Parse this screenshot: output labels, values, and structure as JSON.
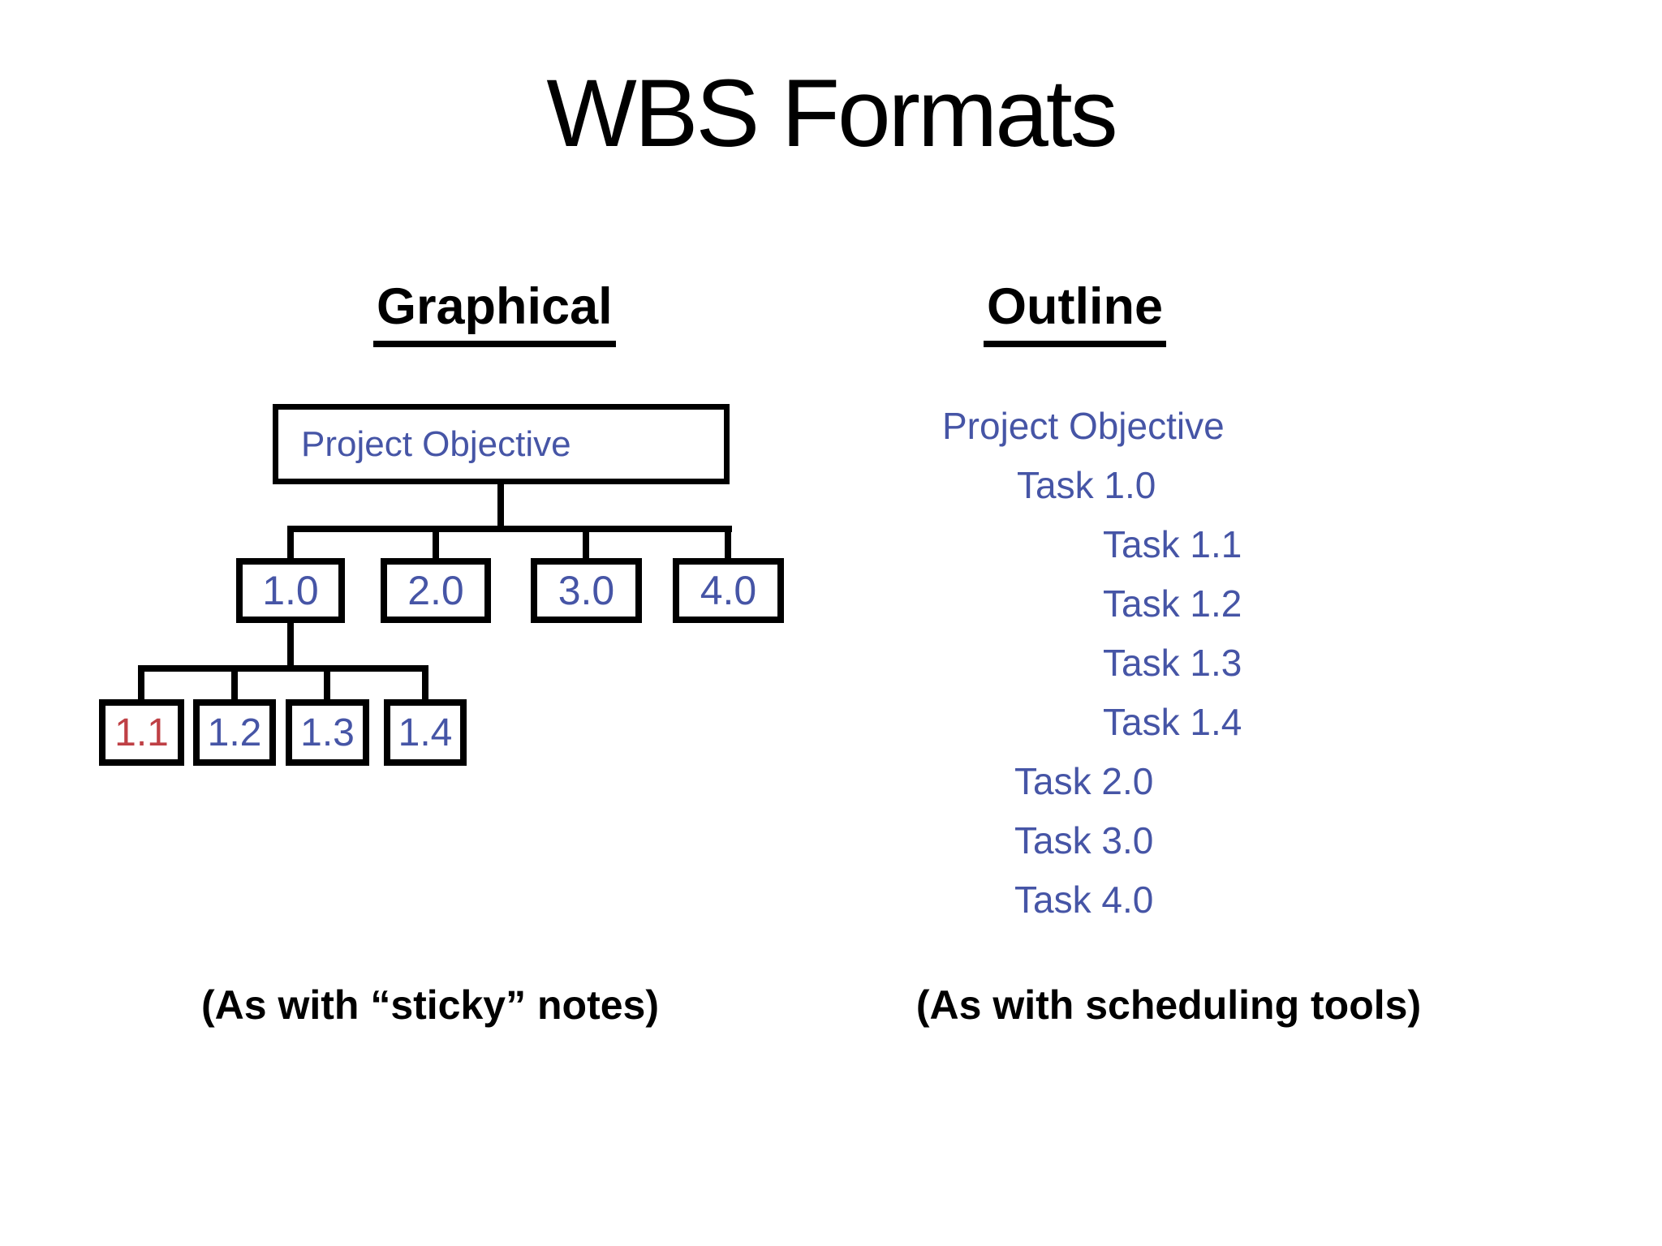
{
  "title": "WBS Formats",
  "columns": {
    "graphical": {
      "heading": "Graphical",
      "caption": "(As with “sticky” notes)"
    },
    "outline": {
      "heading": "Outline",
      "caption": "(As with scheduling tools)"
    }
  },
  "tree": {
    "root": {
      "label": "Project Objective"
    },
    "level1": [
      {
        "label": "1.0"
      },
      {
        "label": "2.0"
      },
      {
        "label": "3.0"
      },
      {
        "label": "4.0"
      }
    ],
    "level2": [
      {
        "label": "1.1",
        "color": "#BF4045"
      },
      {
        "label": "1.2",
        "color": "#4655A6"
      },
      {
        "label": "1.3",
        "color": "#4655A6"
      },
      {
        "label": "1.4",
        "color": "#4655A6"
      }
    ]
  },
  "outline": {
    "items": [
      {
        "label": "Project Objective",
        "indent": 0
      },
      {
        "label": "Task 1.0",
        "indent": 1
      },
      {
        "label": "Task 1.1",
        "indent": 2
      },
      {
        "label": "Task 1.2",
        "indent": 2
      },
      {
        "label": "Task 1.3",
        "indent": 2
      },
      {
        "label": "Task 1.4",
        "indent": 2
      },
      {
        "label": "Task 2.0",
        "indent": 1
      },
      {
        "label": "Task 3.0",
        "indent": 1
      },
      {
        "label": "Task 4.0",
        "indent": 1
      }
    ]
  },
  "colors": {
    "accent_blue": "#4655A6",
    "highlight_red": "#BF4045",
    "text_black": "#000000",
    "background": "#FFFFFF"
  }
}
